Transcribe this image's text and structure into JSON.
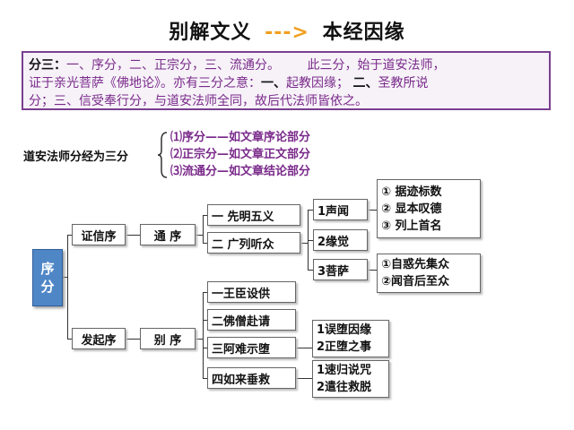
{
  "title": {
    "left": "别解文义",
    "arrow": "--->",
    "right": "本经因缘"
  },
  "intro": {
    "line1_label": "分三：",
    "line1_text": "一、序分，二、正宗分，三、流通分。",
    "line1_tail": "此三分，始于道安法师，",
    "line2": "证于亲光菩萨《佛地论》。亦有三分之意：",
    "line2_h1": "一、",
    "line2_b": "起教因缘；",
    "line2_h2": "二、",
    "line2_c": "圣教所说",
    "line3": "分；三、信受奉行分，与道安法师全同，故后代法师皆依之。"
  },
  "daoan": {
    "label": "道安法师分经为三分",
    "items": [
      "⑴序分——如文章序论部分",
      "⑵正宗分—如文章正文部分",
      "⑶流通分—如文章结论部分"
    ]
  },
  "tree": {
    "root": [
      "序",
      "分"
    ],
    "zhengxin": "证信序",
    "qifa": "发起序",
    "tongxu": "通  序",
    "biexu": "别  序",
    "tong_children": [
      "一 先明五义",
      "二 广列听众"
    ],
    "listeners": [
      "1声闻",
      "2缘觉",
      "3菩萨"
    ],
    "shengwen": [
      "① 据迹标数",
      "② 显本叹德",
      "③ 列上首名"
    ],
    "pusa": [
      "①自惑先集众",
      "②闻音后至众"
    ],
    "bie_children": [
      "一王臣设供",
      "二佛僧赴请",
      "三阿难示堕",
      "四如来垂救"
    ],
    "anan": [
      "1误堕因缘",
      "2正堕之事"
    ],
    "rulai": [
      "1速归说咒",
      "2遣往救脱"
    ]
  }
}
